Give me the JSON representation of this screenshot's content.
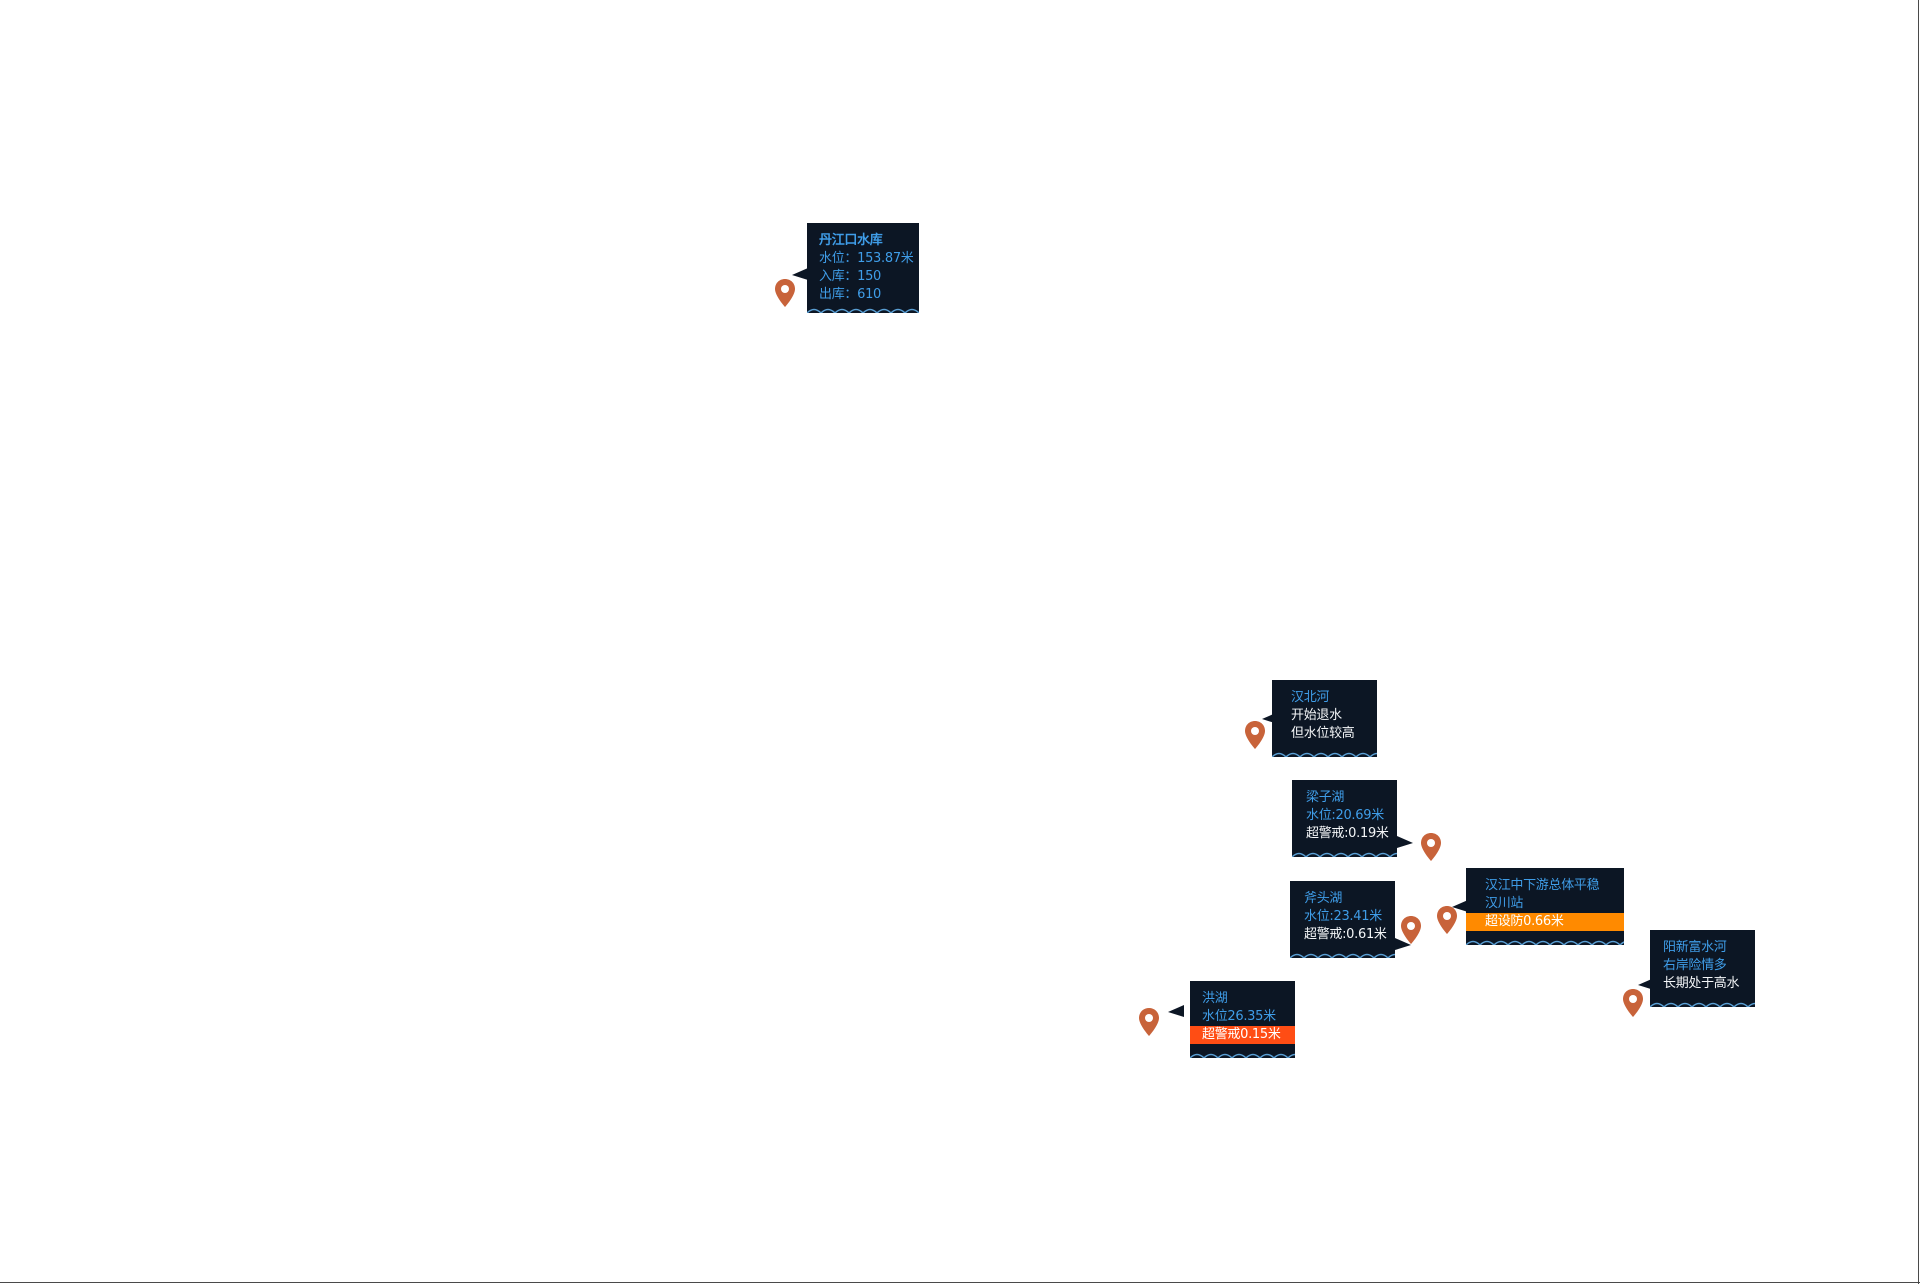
{
  "map": {
    "accent_colors": {
      "panel": "#0c1624",
      "label_blue": "#3f9de8",
      "marker": "#c8633a",
      "warning_orange": "#ff8a00",
      "warning_red": "#ff4d14"
    },
    "marker_icon": "map-pin-icon",
    "stations": [
      {
        "id": "danjiangkou",
        "title": "丹江口水库",
        "lines": [
          "水位：153.87米",
          "入库：150",
          "出库：610"
        ]
      },
      {
        "id": "hanbeihe",
        "title": "汉北河",
        "lines": [
          "开始退水",
          "但水位较高"
        ]
      },
      {
        "id": "liangzihu",
        "title": "梁子湖",
        "lines": [
          "水位:20.69米",
          "超警戒:0.19米"
        ]
      },
      {
        "id": "futouhu",
        "title": "斧头湖",
        "lines": [
          "水位:23.41米",
          "超警戒:0.61米"
        ]
      },
      {
        "id": "hanjiang",
        "title": "汉江中下游总体平稳",
        "lines": [
          "汉川站",
          "超设防0.66米"
        ]
      },
      {
        "id": "yangxin",
        "title": "阳新富水河",
        "lines": [
          "右岸险情多",
          "长期处于高水"
        ]
      },
      {
        "id": "honghu",
        "title": "洪湖",
        "lines": [
          "水位26.35米",
          "超警戒0.15米"
        ]
      }
    ]
  }
}
